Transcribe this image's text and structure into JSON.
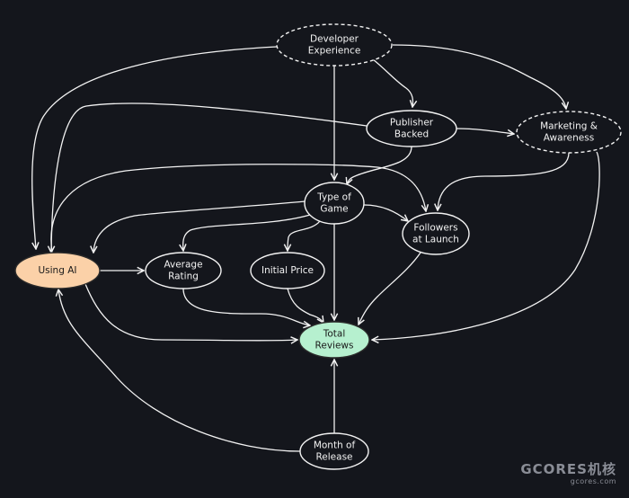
{
  "colors": {
    "background": "#14161c",
    "stroke": "#f2f2f2",
    "default_fill": "#14161c",
    "default_text": "#f2f2f2",
    "treatment_fill": "#fbd1a8",
    "outcome_fill": "#b6f0cf",
    "highlight_text": "#1a1a1a"
  },
  "nodes": [
    {
      "id": "developer_experience",
      "lines": [
        "Developer",
        "Experience"
      ],
      "style": "latent"
    },
    {
      "id": "publisher_backed",
      "lines": [
        "Publisher",
        "Backed"
      ],
      "style": "observed"
    },
    {
      "id": "marketing_awareness",
      "lines": [
        "Marketing &",
        "Awareness"
      ],
      "style": "latent"
    },
    {
      "id": "type_of_game",
      "lines": [
        "Type of",
        "Game"
      ],
      "style": "observed"
    },
    {
      "id": "followers_at_launch",
      "lines": [
        "Followers",
        "at Launch"
      ],
      "style": "observed"
    },
    {
      "id": "using_ai",
      "lines": [
        "Using AI"
      ],
      "style": "treatment"
    },
    {
      "id": "average_rating",
      "lines": [
        "Average",
        "Rating"
      ],
      "style": "observed"
    },
    {
      "id": "initial_price",
      "lines": [
        "Initial Price"
      ],
      "style": "observed"
    },
    {
      "id": "total_reviews",
      "lines": [
        "Total",
        "Reviews"
      ],
      "style": "outcome"
    },
    {
      "id": "month_of_release",
      "lines": [
        "Month of",
        "Release"
      ],
      "style": "observed"
    }
  ],
  "edges": [
    {
      "from": "developer_experience",
      "to": "type_of_game"
    },
    {
      "from": "developer_experience",
      "to": "publisher_backed"
    },
    {
      "from": "developer_experience",
      "to": "marketing_awareness"
    },
    {
      "from": "developer_experience",
      "to": "using_ai"
    },
    {
      "from": "publisher_backed",
      "to": "marketing_awareness"
    },
    {
      "from": "publisher_backed",
      "to": "type_of_game"
    },
    {
      "from": "publisher_backed",
      "to": "using_ai"
    },
    {
      "from": "marketing_awareness",
      "to": "followers_at_launch"
    },
    {
      "from": "marketing_awareness",
      "to": "total_reviews"
    },
    {
      "from": "type_of_game",
      "to": "followers_at_launch"
    },
    {
      "from": "type_of_game",
      "to": "using_ai"
    },
    {
      "from": "type_of_game",
      "to": "average_rating"
    },
    {
      "from": "type_of_game",
      "to": "initial_price"
    },
    {
      "from": "type_of_game",
      "to": "total_reviews"
    },
    {
      "from": "using_ai",
      "to": "followers_at_launch"
    },
    {
      "from": "using_ai",
      "to": "average_rating"
    },
    {
      "from": "using_ai",
      "to": "total_reviews"
    },
    {
      "from": "average_rating",
      "to": "total_reviews"
    },
    {
      "from": "initial_price",
      "to": "total_reviews"
    },
    {
      "from": "followers_at_launch",
      "to": "total_reviews"
    },
    {
      "from": "month_of_release",
      "to": "total_reviews"
    },
    {
      "from": "month_of_release",
      "to": "using_ai"
    }
  ],
  "watermark": {
    "main": "GCORES机核",
    "sub": "gcores.com"
  }
}
